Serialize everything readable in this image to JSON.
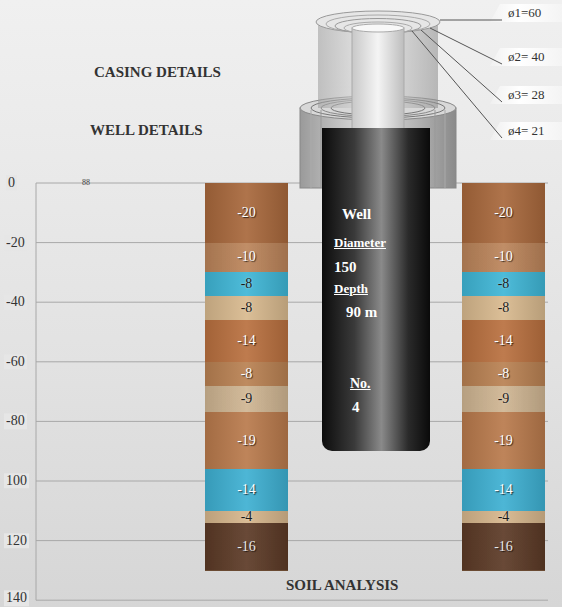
{
  "diagram": {
    "nodes": [
      {
        "text": [
          "-20"
        ]
      },
      {
        "text": [
          "-10"
        ]
      },
      {
        "text": [
          "-8"
        ]
      },
      {
        "text": [
          "-8"
        ]
      },
      {
        "text": [
          "-14"
        ]
      },
      {
        "text": [
          "-8"
        ]
      },
      {
        "text": [
          "-9"
        ]
      },
      {
        "text": [
          "-19"
        ]
      },
      {
        "text": [
          "-14"
        ]
      },
      {
        "text": [
          "-4"
        ]
      },
      {
        "text": [
          "-16"
        ]
      },
      {
        "text": [
          "Well",
          "Diameter",
          "150",
          "Depth",
          "90 m",
          "No.",
          "4"
        ]
      },
      {
        "text": [
          "-20"
        ]
      },
      {
        "text": [
          "-10"
        ]
      },
      {
        "text": [
          "-8"
        ]
      },
      {
        "text": [
          "-8"
        ]
      },
      {
        "text": [
          "-14"
        ]
      },
      {
        "text": [
          "-8"
        ]
      },
      {
        "text": [
          "-9"
        ]
      },
      {
        "text": [
          "-19"
        ]
      },
      {
        "text": [
          "-14"
        ]
      },
      {
        "text": [
          "-4"
        ]
      },
      {
        "text": [
          "-16"
        ]
      }
    ],
    "labels": [
      "CASING DETAILS",
      "WELL DETAILS",
      "ø1=60",
      "ø2= 40",
      "ø3= 28",
      "ø4= 21",
      "0",
      "88",
      "-20",
      "-40",
      "-60",
      "-80",
      "100",
      "120",
      "140",
      "SOIL ANALYSIS"
    ]
  }
}
